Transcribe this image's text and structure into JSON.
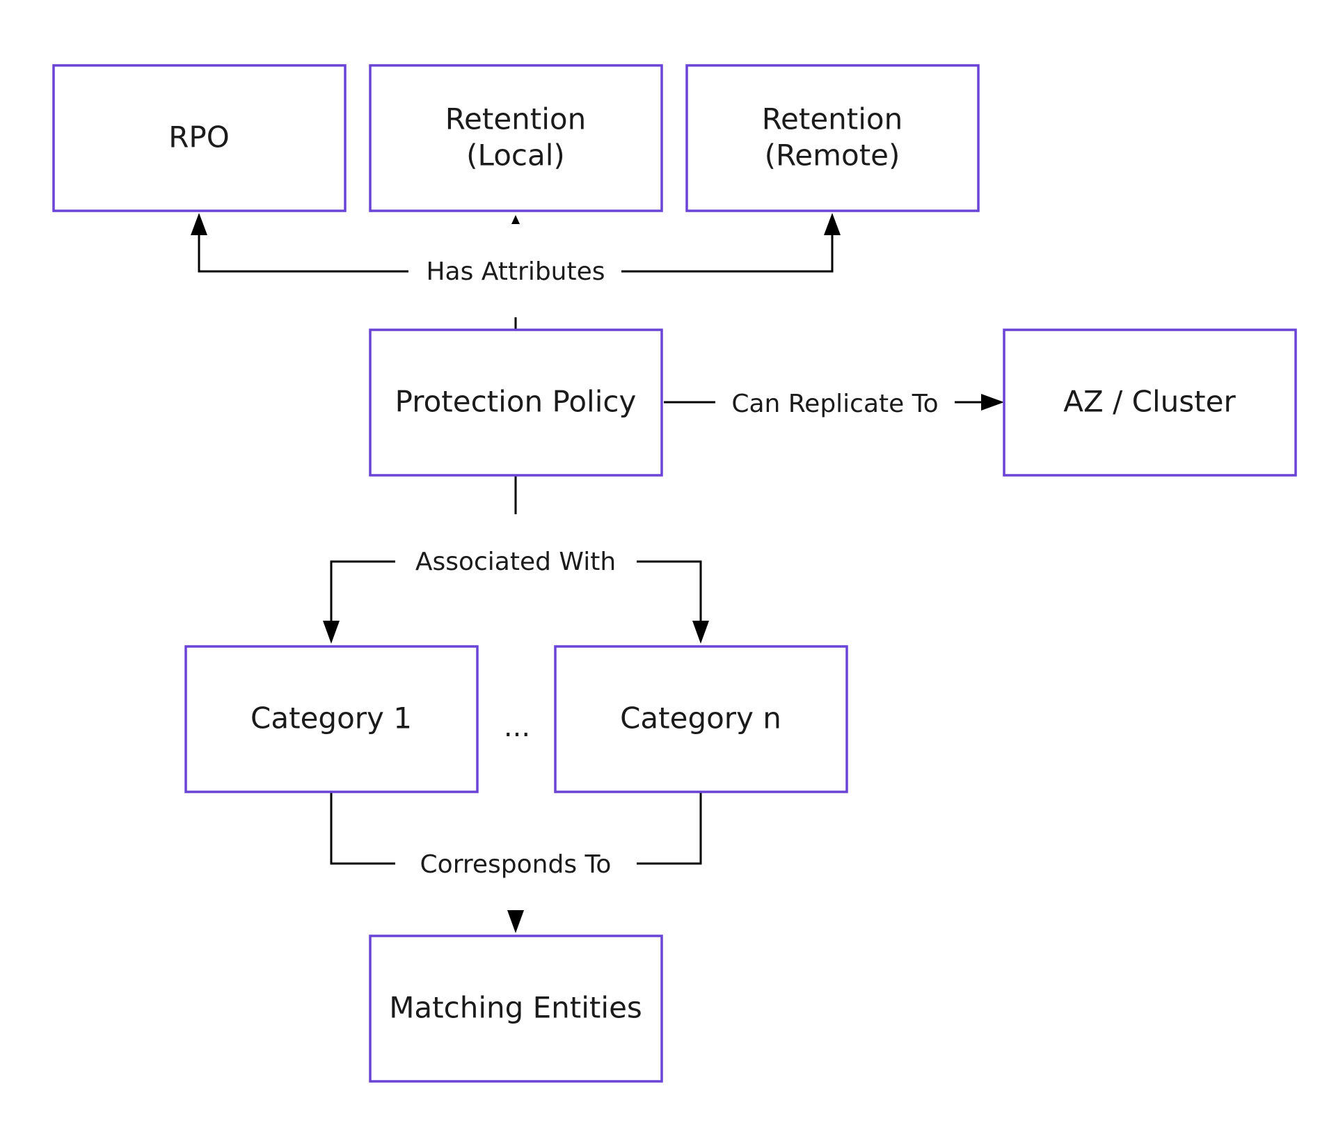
{
  "colors": {
    "node_border": "#6a44d6",
    "connector": "#000000",
    "text": "#1b1b1b",
    "background": "#ffffff"
  },
  "nodes": {
    "rpo": {
      "lines": [
        "RPO"
      ]
    },
    "retention_local": {
      "lines": [
        "Retention",
        "(Local)"
      ]
    },
    "retention_remote": {
      "lines": [
        "Retention",
        "(Remote)"
      ]
    },
    "protection_policy": {
      "lines": [
        "Protection Policy"
      ]
    },
    "az_cluster": {
      "lines": [
        "AZ / Cluster"
      ]
    },
    "category_1": {
      "lines": [
        "Category 1"
      ]
    },
    "category_n": {
      "lines": [
        "Category n"
      ]
    },
    "matching_entities": {
      "lines": [
        "Matching Entities"
      ]
    }
  },
  "edges": {
    "has_attributes": "Has Attributes",
    "can_replicate_to": "Can Replicate To",
    "associated_with": "Associated With",
    "corresponds_to": "Corresponds To"
  },
  "ellipsis": "..."
}
